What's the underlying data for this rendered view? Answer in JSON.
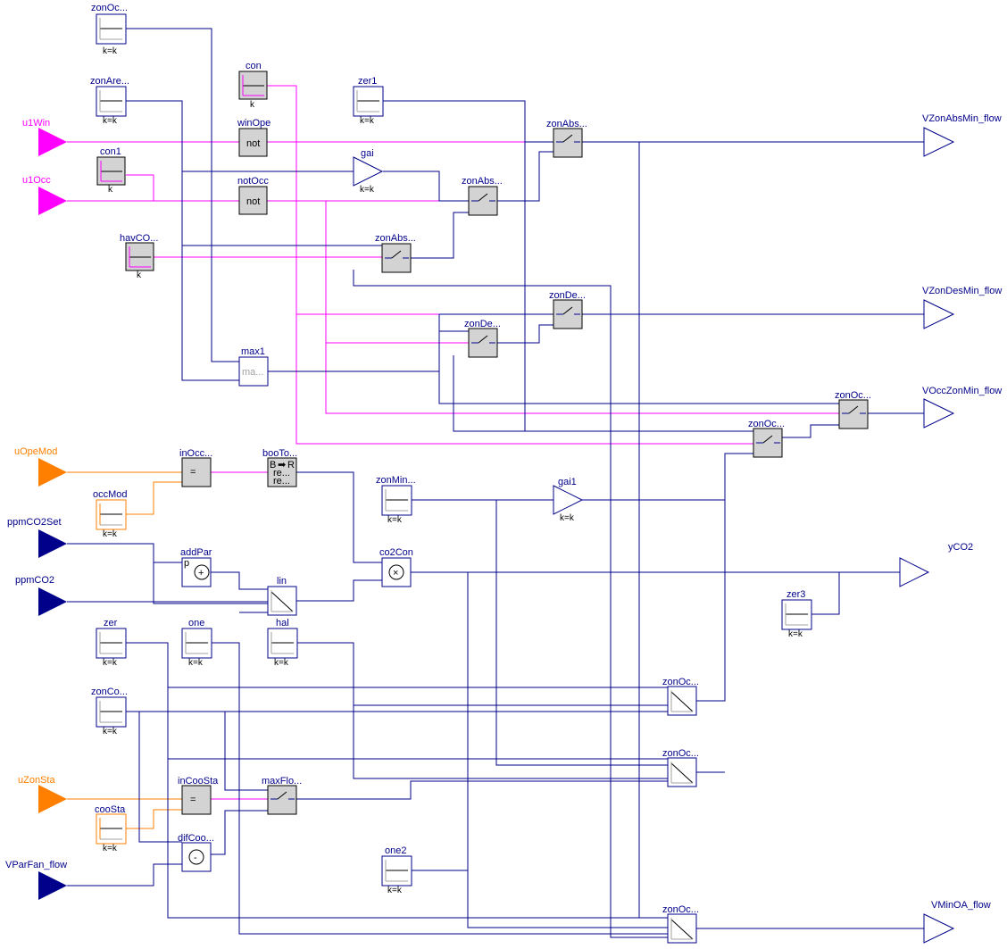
{
  "inputs": {
    "u1Win": "u1Win",
    "u1Occ": "u1Occ",
    "uOpeMod": "uOpeMod",
    "ppmCO2Set": "ppmCO2Set",
    "ppmCO2": "ppmCO2",
    "uZonSta": "uZonSta",
    "VParFan_flow": "VParFan_flow"
  },
  "outputs": {
    "VZonAbsMin_flow": "VZonAbsMin_flow",
    "VZonDesMin_flow": "VZonDesMin_flow",
    "VOccZonMin_flow": "VOccZonMin_flow",
    "yCO2": "yCO2",
    "VMinOA_flow": "VMinOA_flow"
  },
  "blocks": {
    "zonOc_top": "zonOc...",
    "zonAre": "zonAre...",
    "con": "con",
    "con1": "con1",
    "havCO": "havCO...",
    "zer1": "zer1",
    "winOpe": "winOpe",
    "notOcc": "notOcc",
    "gai": "gai",
    "zonAbs1": "zonAbs...",
    "zonAbs2": "zonAbs...",
    "zonAbs3": "zonAbs...",
    "zonDe1": "zonDe...",
    "zonDe2": "zonDe...",
    "max1": "max1",
    "zonOc_a": "zonOc...",
    "zonOc_b": "zonOc...",
    "inOcc": "inOcc...",
    "booTo": "booTo...",
    "occMod": "occMod",
    "zonMin": "zonMin...",
    "gai1": "gai1",
    "addPar": "addPar",
    "co2Con": "co2Con",
    "lin": "lin",
    "zer": "zer",
    "one": "one",
    "hal": "hal",
    "zer3": "zer3",
    "zonCo": "zonCo...",
    "zonOc_c": "zonOc...",
    "zonOc_d": "zonOc...",
    "inCooSta": "inCooSta",
    "cooSta": "cooSta",
    "maxFlo": "maxFlo...",
    "difCoo": "difCoo...",
    "one2": "one2",
    "zonOc_e": "zonOc..."
  },
  "sublabels": {
    "kk": "k=k",
    "k": "k"
  },
  "inner": {
    "not": "not",
    "ma": "ma...",
    "re1": "re...",
    "re2": "re...",
    "B": "B",
    "R": "R",
    "p": "p",
    "plus": "+",
    "minus": "-",
    "times": "×",
    "eq": "="
  },
  "colors": {
    "real": "#00008b",
    "boolean": "#ff00ff",
    "integer": "#ff7f00",
    "grey_block": "#d3d3d3"
  }
}
